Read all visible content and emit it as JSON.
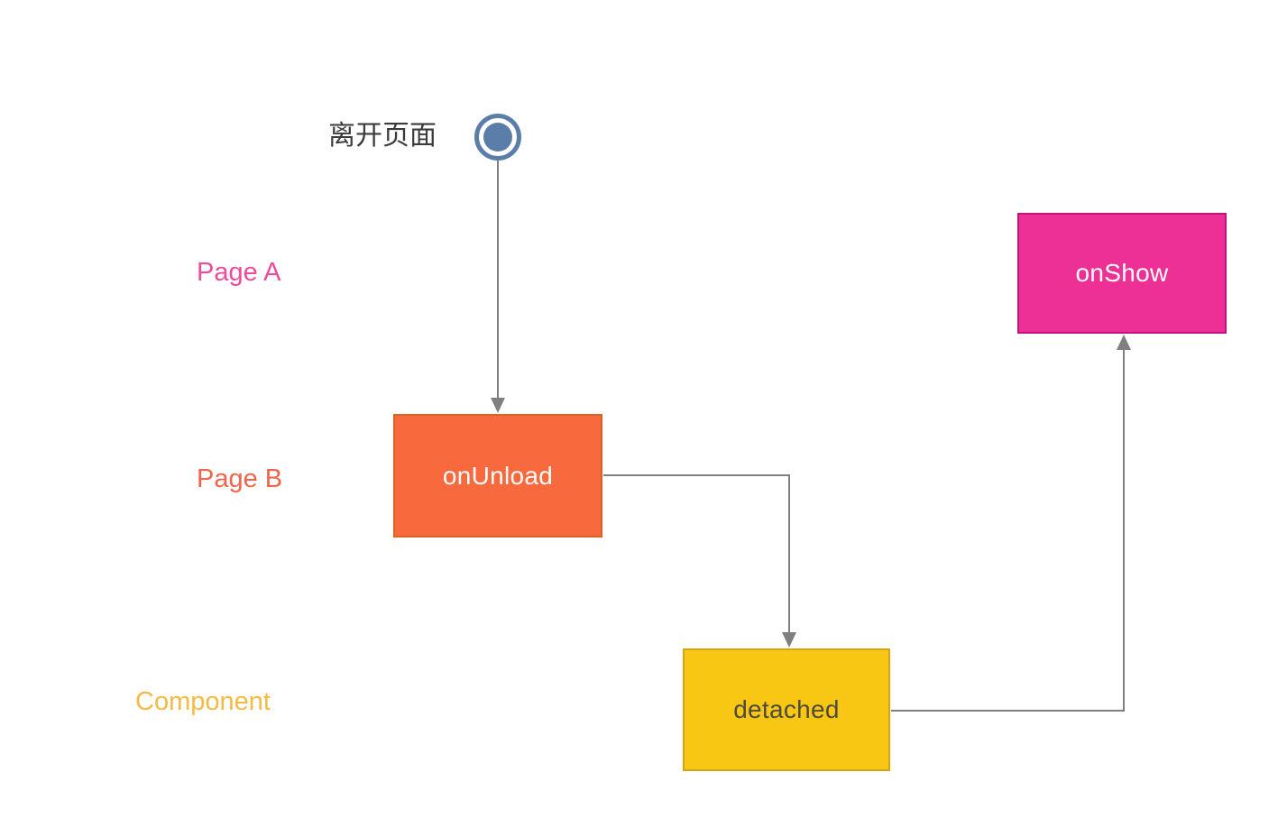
{
  "diagram": {
    "background_color": "#ffffff",
    "connector_color": "#7F7F7F",
    "start": {
      "label": "离开页面",
      "label_color": "#3B3B3B",
      "node_color": "#5B7EA8"
    },
    "lanes": [
      {
        "id": "page-a",
        "label": "Page A",
        "color": "#F04A9B"
      },
      {
        "id": "page-b",
        "label": "Page B",
        "color": "#F2644A"
      },
      {
        "id": "component",
        "label": "Component",
        "color": "#F6B944"
      }
    ],
    "nodes": [
      {
        "id": "onUnload",
        "label": "onUnload",
        "lane": "Page B",
        "fill": "#F8693E",
        "border": "#D9631F",
        "text_color": "#ffffff"
      },
      {
        "id": "detached",
        "label": "detached",
        "lane": "Component",
        "fill": "#F8C714",
        "border": "#D8A511",
        "text_color": "#4E4A40"
      },
      {
        "id": "onShow",
        "label": "onShow",
        "lane": "Page A",
        "fill": "#ED3095",
        "border": "#C3137E",
        "text_color": "#ffffff"
      }
    ],
    "edges": [
      {
        "from": "start",
        "to": "onUnload"
      },
      {
        "from": "onUnload",
        "to": "detached"
      },
      {
        "from": "detached",
        "to": "onShow"
      }
    ]
  }
}
